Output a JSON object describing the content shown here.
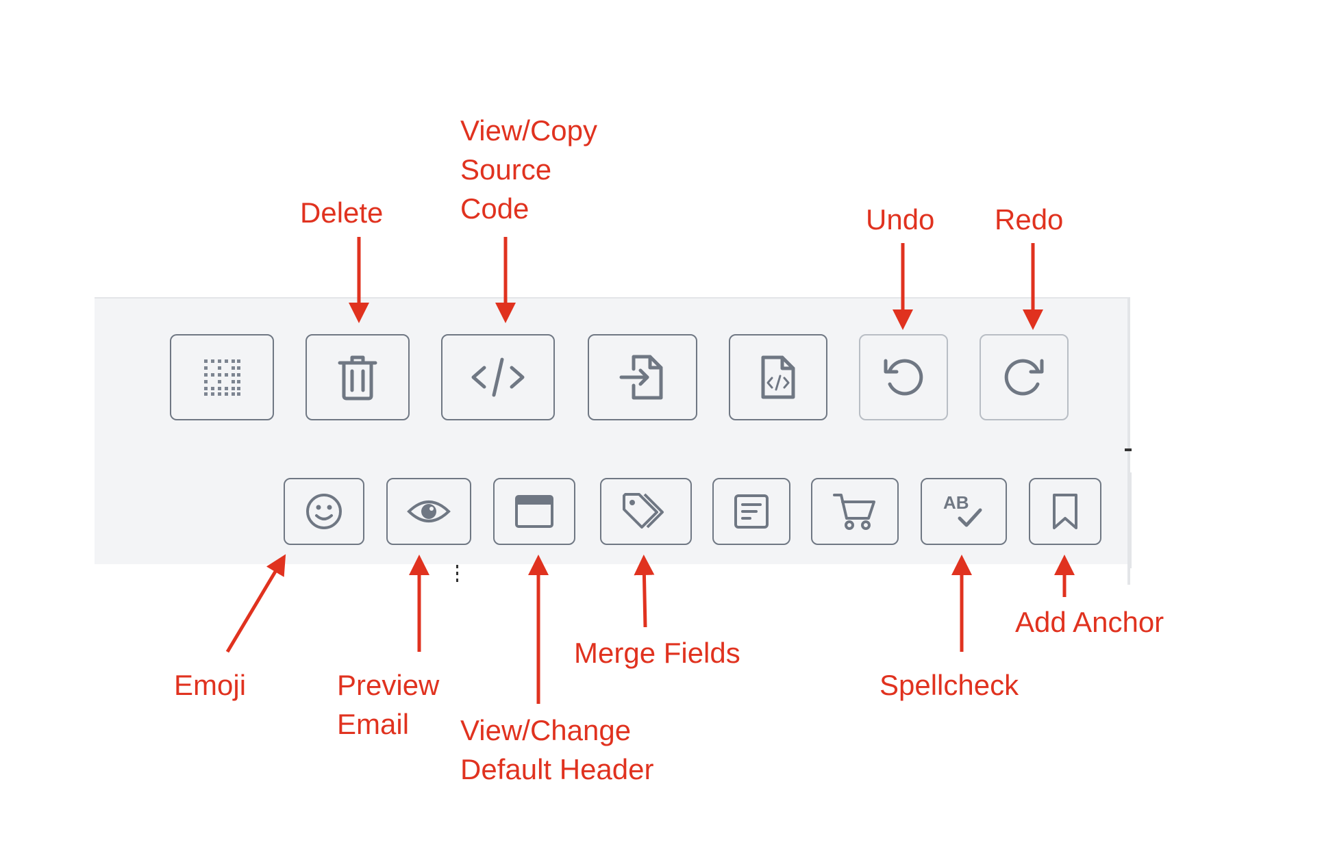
{
  "toolbar": {
    "top_row": [
      {
        "name": "dotted-grid-button",
        "icon": "dotted-grid-icon"
      },
      {
        "name": "delete-button",
        "icon": "trash-icon"
      },
      {
        "name": "source-code-button",
        "icon": "code-icon"
      },
      {
        "name": "import-button",
        "icon": "file-import-icon"
      },
      {
        "name": "html-file-button",
        "icon": "file-code-icon"
      },
      {
        "name": "undo-button",
        "icon": "undo-icon",
        "state": "disabled"
      },
      {
        "name": "redo-button",
        "icon": "redo-icon",
        "state": "disabled"
      }
    ],
    "bottom_row": [
      {
        "name": "emoji-button",
        "icon": "smiley-icon"
      },
      {
        "name": "preview-email-button",
        "icon": "eye-icon"
      },
      {
        "name": "default-header-button",
        "icon": "window-header-icon"
      },
      {
        "name": "merge-fields-button",
        "icon": "tags-icon"
      },
      {
        "name": "document-button",
        "icon": "document-lines-icon"
      },
      {
        "name": "cart-button",
        "icon": "cart-icon"
      },
      {
        "name": "spellcheck-button",
        "icon": "spellcheck-icon",
        "glyph": "AB"
      },
      {
        "name": "add-anchor-button",
        "icon": "bookmark-icon"
      }
    ]
  },
  "annotations": {
    "delete": "Delete",
    "view_copy_source_code": [
      "View/Copy",
      "Source",
      "Code"
    ],
    "undo": "Undo",
    "redo": "Redo",
    "emoji": "Emoji",
    "preview_email": [
      "Preview",
      "Email"
    ],
    "view_change_default_header": [
      "View/Change",
      "Default Header"
    ],
    "merge_fields": "Merge Fields",
    "spellcheck": "Spellcheck",
    "add_anchor": "Add Anchor"
  },
  "colors": {
    "annotation": "#e0321f",
    "toolbar_bg": "#f3f4f6",
    "button_border": "#6f7783",
    "button_border_disabled": "#b8bdc4",
    "icon": "#6f7783"
  }
}
